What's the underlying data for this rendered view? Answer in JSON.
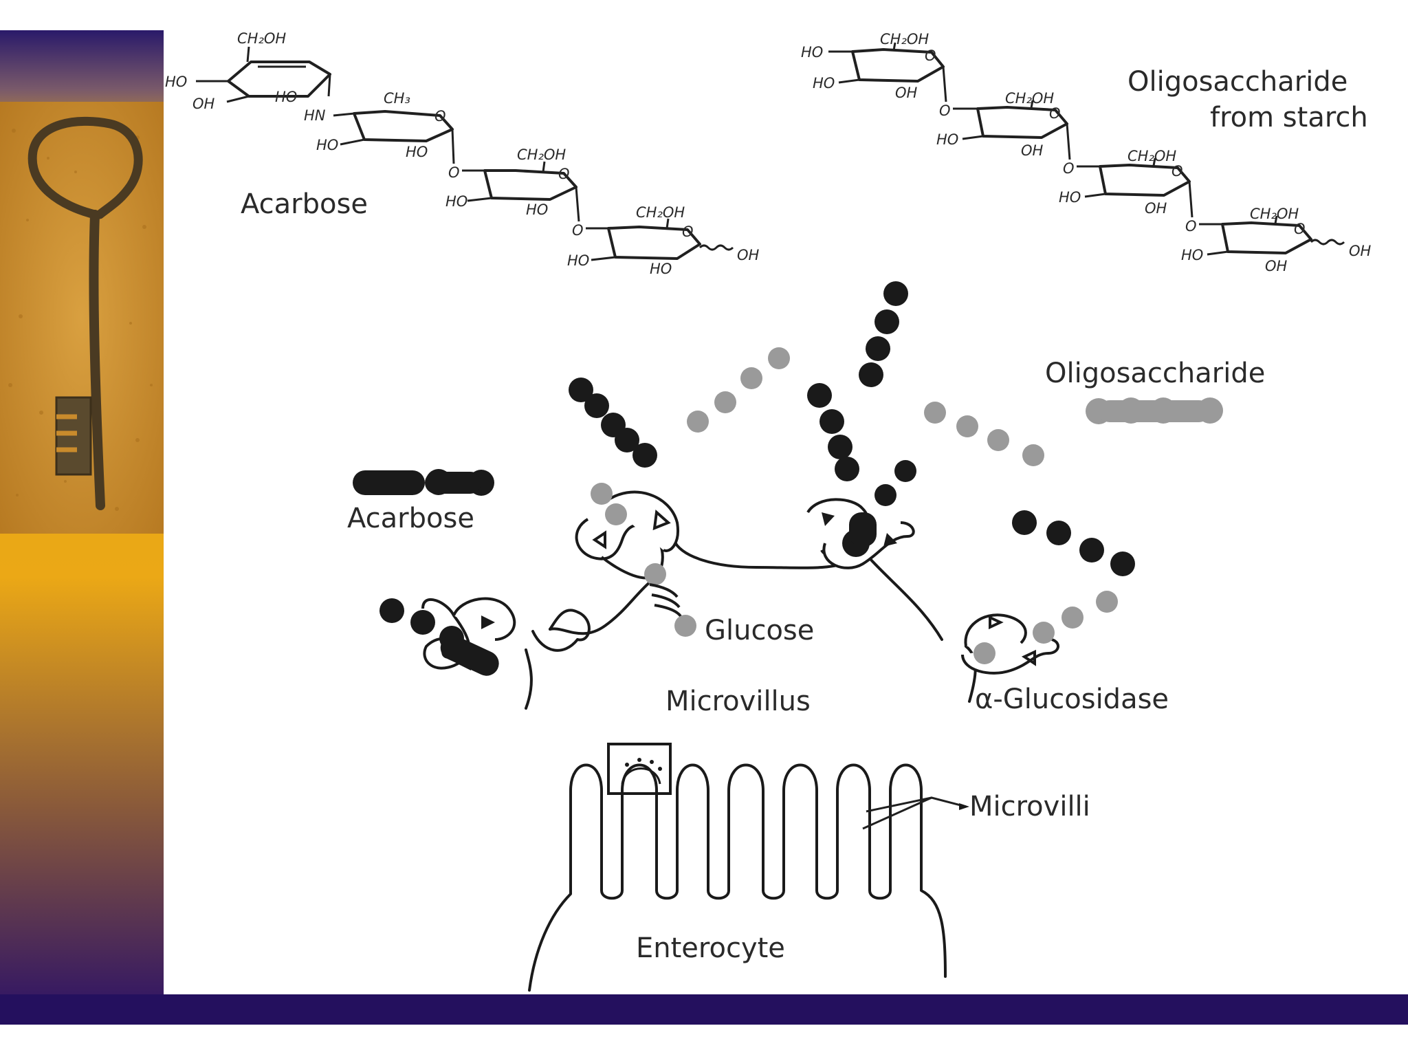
{
  "colors": {
    "band_top": "#2a1a6a",
    "band_gold": "#e8a816",
    "band_bottom": "#2a1068",
    "sand": "#c98b2c",
    "acarbose_bead": "#1a1a1a",
    "oligo_bead": "#9a9a9a"
  },
  "key_image": {
    "icon": "old-key-icon"
  },
  "structures": {
    "acarbose_title": "Acarbose",
    "oligo_title_line1": "Oligosaccharide",
    "oligo_title_line2": "from starch",
    "groups": {
      "ch2oh": "CH₂OH",
      "ho": "HO",
      "oh": "OH",
      "hn": "HN",
      "ch3": "CH₃",
      "o": "O"
    }
  },
  "diagram": {
    "oligosaccharide_legend": "Oligosaccharide",
    "acarbose_legend": "Acarbose",
    "glucose_label": "Glucose",
    "microvillus_label": "Microvillus",
    "glucosidase_label": "α-Glucosidase",
    "microvilli_label": "Microvilli",
    "enterocyte_label": "Enterocyte"
  }
}
